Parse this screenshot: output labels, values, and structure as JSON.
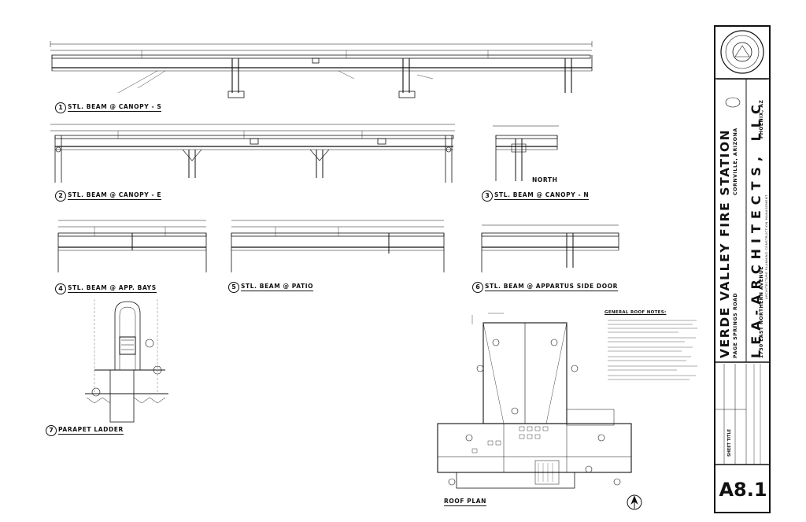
{
  "details": [
    {
      "num": "1",
      "title": "STL. BEAM @ CANOPY - S"
    },
    {
      "num": "2",
      "title": "STL. BEAM @ CANOPY - E"
    },
    {
      "num": "3",
      "title": "STL. BEAM @ CANOPY - N"
    },
    {
      "num": "4",
      "title": "STL. BEAM @ APP. BAYS"
    },
    {
      "num": "5",
      "title": "STL. BEAM @ PATIO"
    },
    {
      "num": "6",
      "title": "STL. BEAM @ APPARTUS SIDE DOOR"
    },
    {
      "num": "7",
      "title": "PARAPET LADDER"
    }
  ],
  "labels": {
    "north": "NORTH",
    "roof_plan": "ROOF PLAN",
    "general_roof_notes": "GENERAL ROOF NOTES:"
  },
  "project": {
    "name": "VERDE VALLEY FIRE STATION",
    "location": "CORNVILLE, ARIZONA",
    "road": "PAGE SPRINGS ROAD"
  },
  "architect": {
    "name": "LEA-ARCHITECTS, LLC",
    "address": "1730 EAST NORTHERN AVENUE",
    "city": "PHOENIX, AZ",
    "disciplines": "ARCHITECTURE    PLANNING    CONSTRUCTION MANAGEMENT"
  },
  "sheet_title_label": "SHEET TITLE",
  "sheet_number": "A8.1"
}
